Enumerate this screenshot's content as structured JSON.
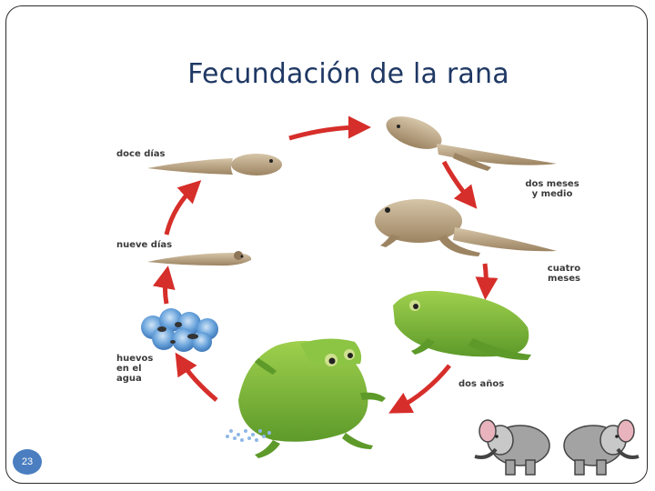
{
  "title": "Fecundación de la rana",
  "stages": {
    "doce_dias": "doce días",
    "dos_meses": "dos meses\ny medio",
    "nueve_dias": "nueve días",
    "cuatro_meses": "cuatro\nmeses",
    "huevos": "huevos\nen el\nagua",
    "dos_anos": "dos años"
  },
  "page_number": "23",
  "colors": {
    "title": "#1f3864",
    "arrow": "#d62e2a",
    "frog_green": "#7cb33a",
    "tadpole_brown": "#b9a17f",
    "egg_blue": "#5a97d6",
    "page_badge": "#4a7ec0"
  }
}
